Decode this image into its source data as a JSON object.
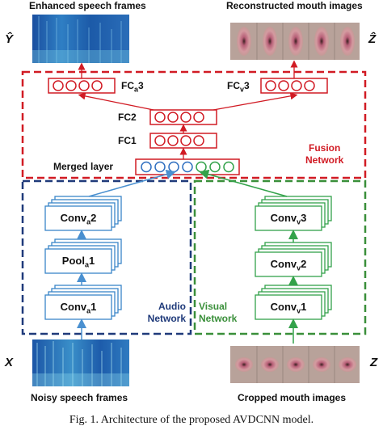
{
  "top": {
    "enhanced_title": "Enhanced speech frames",
    "reconstructed_title": "Reconstructed mouth images",
    "y_hat": "Ŷ",
    "z_hat": "Ẑ"
  },
  "fusion": {
    "fca3_base": "FC",
    "fca3_sub": "a",
    "fca3_tail": "3",
    "fcv3_base": "FC",
    "fcv3_sub": "v",
    "fcv3_tail": "3",
    "fc2": "FC2",
    "fc1": "FC1",
    "merged": "Merged layer",
    "network_line1": "Fusion",
    "network_line2": "Network"
  },
  "audio": {
    "conv2_base": "Conv",
    "conv2_sub": "a",
    "conv2_tail": "2",
    "pool1_base": "Pool",
    "pool1_sub": "a",
    "pool1_tail": "1",
    "conv1_base": "Conv",
    "conv1_sub": "a",
    "conv1_tail": "1",
    "network_line1": "Audio",
    "network_line2": "Network"
  },
  "visual": {
    "conv3_base": "Conv",
    "conv3_sub": "v",
    "conv3_tail": "3",
    "conv2_base": "Conv",
    "conv2_sub": "v",
    "conv2_tail": "2",
    "conv1_base": "Conv",
    "conv1_sub": "v",
    "conv1_tail": "1",
    "network_line1": "Visual",
    "network_line2": "Network"
  },
  "bottom": {
    "x": "X",
    "z": "Z",
    "noisy_title": "Noisy speech frames",
    "cropped_title": "Cropped mouth images"
  },
  "caption": "Fig. 1. Architecture of the proposed AVDCNN model.",
  "colors": {
    "fusion": "#d11b24",
    "audio": "#1f3a7a",
    "visual": "#3a8f3a",
    "audio_box": "#3a86c8",
    "visual_box": "#33a24a",
    "arrow_blue": "#4a90d0",
    "arrow_green": "#33a24a"
  }
}
